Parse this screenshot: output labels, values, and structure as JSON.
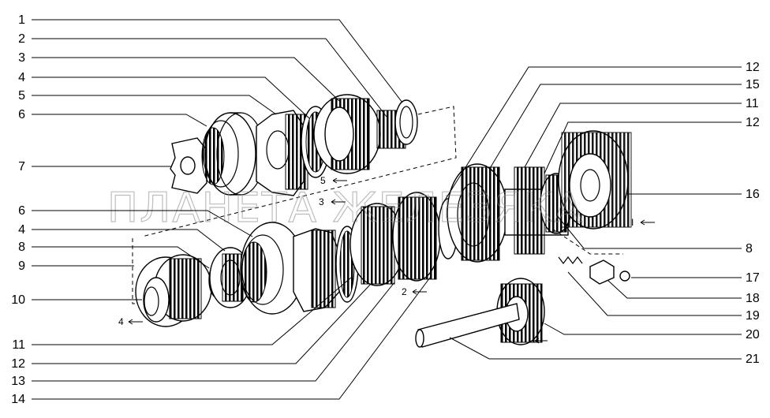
{
  "watermark": "ПЛАНЕТА ЖЕЛЕЗЯКА",
  "callouts_left": [
    {
      "label": "1"
    },
    {
      "label": "2"
    },
    {
      "label": "3"
    },
    {
      "label": "4"
    },
    {
      "label": "5"
    },
    {
      "label": "6"
    },
    {
      "label": "7"
    },
    {
      "label": "6"
    },
    {
      "label": "4"
    },
    {
      "label": "8"
    },
    {
      "label": "9"
    },
    {
      "label": "10"
    },
    {
      "label": "11"
    },
    {
      "label": "12"
    },
    {
      "label": "13"
    },
    {
      "label": "14"
    }
  ],
  "callouts_right": [
    {
      "label": "12"
    },
    {
      "label": "15"
    },
    {
      "label": "11"
    },
    {
      "label": "12"
    },
    {
      "label": "16"
    },
    {
      "label": "8"
    },
    {
      "label": "17"
    },
    {
      "label": "18"
    },
    {
      "label": "19"
    },
    {
      "label": "20"
    },
    {
      "label": "21"
    }
  ],
  "direction_marks": [
    {
      "label": "5"
    },
    {
      "label": "3"
    },
    {
      "label": "2"
    },
    {
      "label": "4"
    },
    {
      "label": "I"
    }
  ]
}
